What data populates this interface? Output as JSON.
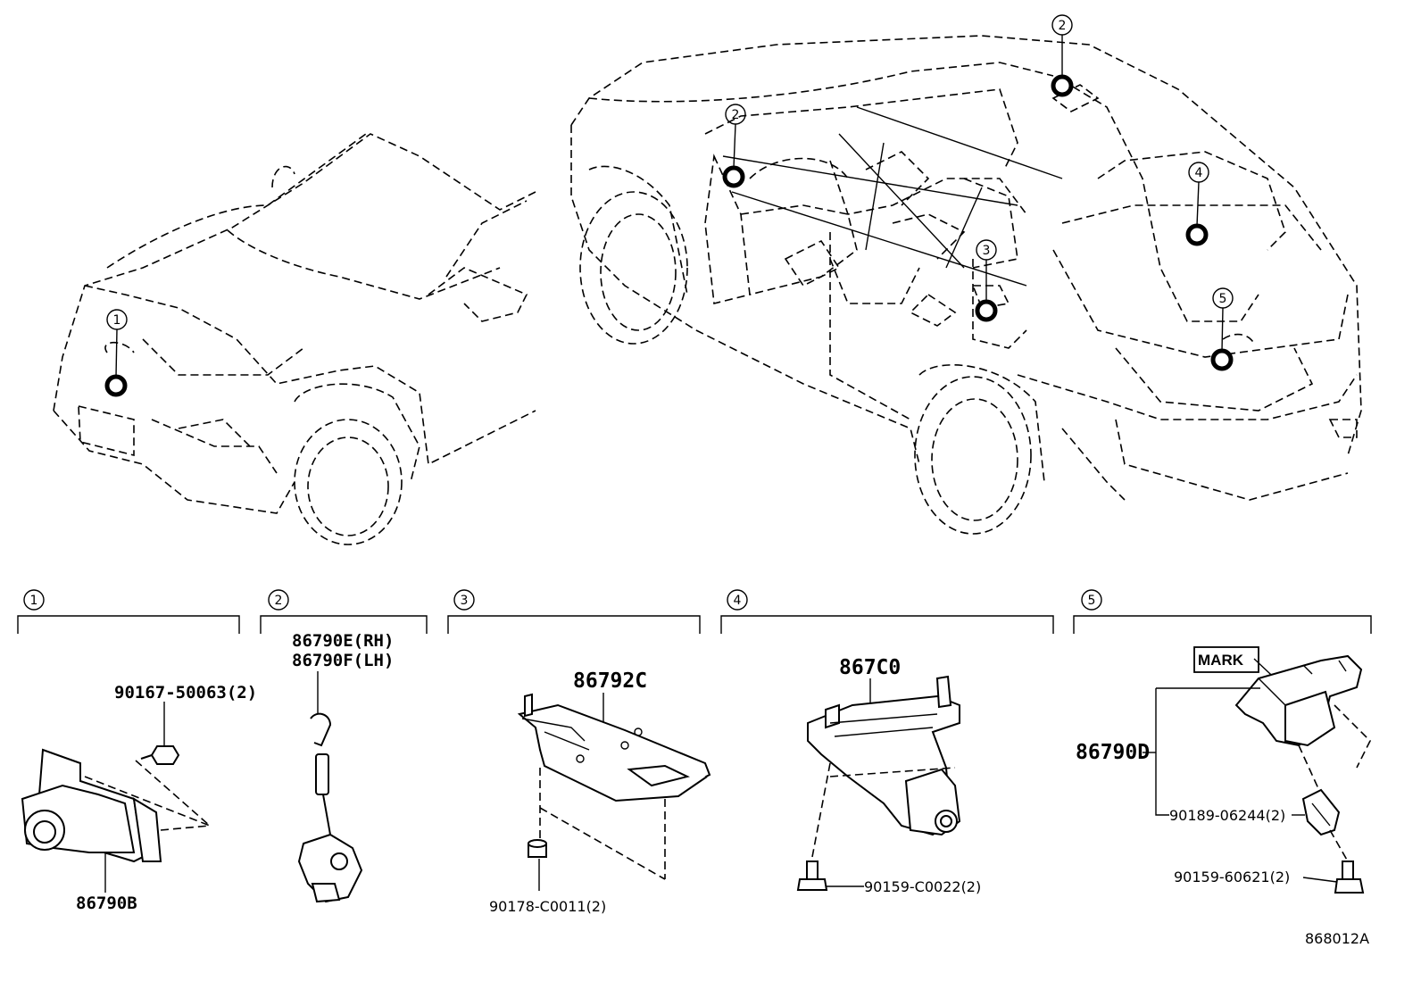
{
  "callouts": [
    "1",
    "2",
    "3",
    "4",
    "5"
  ],
  "sections": [
    {
      "num": "1",
      "parts": [
        "90167-50063(2)",
        "86790B"
      ]
    },
    {
      "num": "2",
      "parts": [
        "86790E(RH)",
        "86790F(LH)"
      ]
    },
    {
      "num": "3",
      "parts": [
        "86792C",
        "90178-C0011(2)"
      ]
    },
    {
      "num": "4",
      "parts": [
        "867C0",
        "90159-C0022(2)"
      ]
    },
    {
      "num": "5",
      "parts": [
        "MARK",
        "86790D",
        "90189-06244(2)",
        "90159-60621(2)"
      ]
    }
  ],
  "figure_code": "868012A"
}
